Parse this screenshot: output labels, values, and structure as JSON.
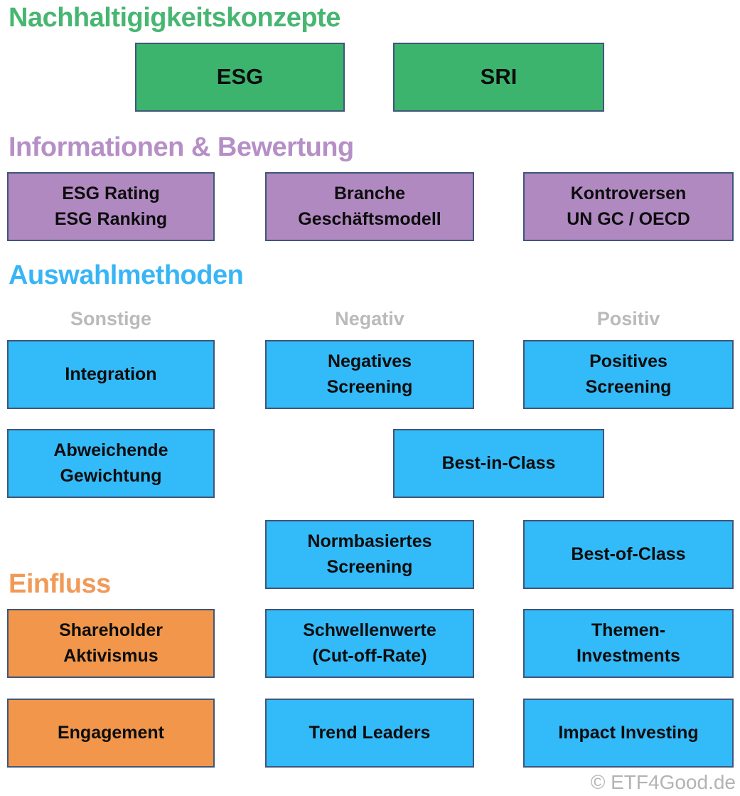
{
  "headings": {
    "concepts": "Nachhaltigigkeitskonzepte",
    "information": "Informationen & Bewertung",
    "methods": "Auswahlmethoden",
    "influence": "Einfluss"
  },
  "method_columns": {
    "other": "Sonstige",
    "negative": "Negativ",
    "positive": "Positiv"
  },
  "boxes": {
    "esg": "ESG",
    "sri": "SRI",
    "esg_rating": "ESG Rating\nESG Ranking",
    "branche": "Branche\nGeschäftsmodell",
    "kontroversen": "Kontroversen\nUN GC / OECD",
    "integration": "Integration",
    "negatives_screening": "Negatives\nScreening",
    "positives_screening": "Positives\nScreening",
    "abweichende_gewichtung": "Abweichende\nGewichtung",
    "best_in_class": "Best-in-Class",
    "normbasiertes_screening": "Normbasiertes\nScreening",
    "best_of_class": "Best-of-Class",
    "shareholder_aktivismus": "Shareholder\nAktivismus",
    "schwellenwerte": "Schwellenwerte\n(Cut-off-Rate)",
    "themen_investments": "Themen-\nInvestments",
    "engagement": "Engagement",
    "trend_leaders": "Trend Leaders",
    "impact_investing": "Impact Investing"
  },
  "colors": {
    "green-heading": "#47b671",
    "green-box": "#3db46e",
    "purple-heading": "#b58fc6",
    "purple-box": "#b089c1",
    "blue-heading": "#38b5f5",
    "blue-box": "#33baf9",
    "orange-heading": "#f19a58",
    "orange-box": "#f1964a",
    "border": "#3f567a",
    "gray-label": "#bababa",
    "watermark-gray": "#b3b3b3"
  },
  "watermark": "© ETF4Good.de"
}
